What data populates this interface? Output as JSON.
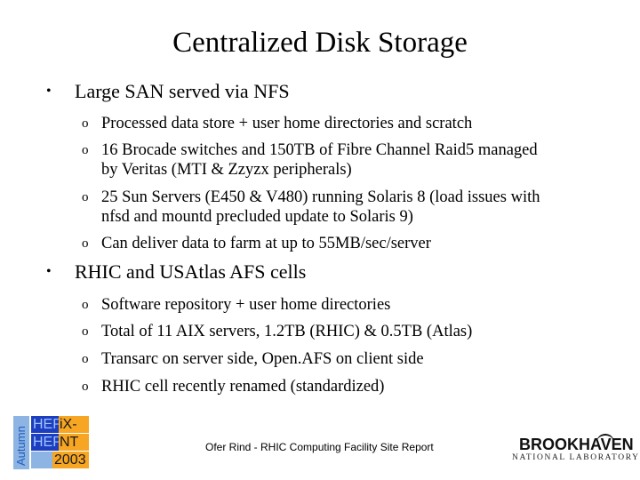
{
  "slide": {
    "title": "Centralized Disk Storage",
    "bullets": [
      {
        "text": "Large SAN served via NFS",
        "subitems": [
          "Processed data store + user home directories and scratch",
          "16 Brocade switches and 150TB of Fibre Channel Raid5 managed",
          "by Veritas (MTI & Zzyzx peripherals)",
          "25 Sun Servers (E450 & V480) running Solaris 8 (load issues with",
          "nfsd and mountd precluded update to Solaris 9)",
          "Can deliver data to farm at up to 55MB/sec/server"
        ]
      },
      {
        "text": "RHIC and USAtlas AFS cells",
        "subitems": [
          "Software repository + user home directories",
          "Total of 11 AIX servers, 1.2TB (RHIC) & 0.5TB (Atlas)",
          "Transarc on server side, Open.AFS on client side",
          "RHIC cell recently renamed (standardized)"
        ]
      }
    ],
    "bullet_glyph": "•",
    "sub_glyph": "o"
  },
  "footer": {
    "text": "Ofer Rind - RHIC Computing Facility Site Report",
    "logo_left": {
      "side": "Autumn",
      "row1_left": "HEP",
      "row1_right": "iX-",
      "row2_left": "HEP",
      "row2_right": "NT",
      "year": "2003"
    },
    "logo_right": {
      "name": "BROOKHAVEN",
      "sub": "NATIONAL LABORATORY"
    }
  }
}
